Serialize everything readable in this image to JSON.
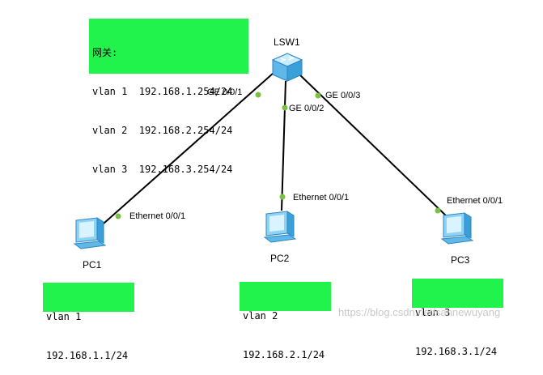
{
  "gateway_note": {
    "title": "网关:",
    "lines": [
      "vlan 1  192.168.1.254/24",
      "vlan 2  192.168.2.254/24",
      "vlan 3  192.168.3.254/24"
    ]
  },
  "switch": {
    "name": "LSW1"
  },
  "ports": {
    "sw_p1": "GE 0/0/1",
    "sw_p2": "GE 0/0/2",
    "sw_p3": "GE 0/0/3",
    "pc1_eth": "Ethernet 0/0/1",
    "pc2_eth": "Ethernet 0/0/1",
    "pc3_eth": "Ethernet 0/0/1"
  },
  "pcs": [
    {
      "name": "PC1",
      "vlan": "vlan 1",
      "ip": "192.168.1.1/24"
    },
    {
      "name": "PC2",
      "vlan": "vlan 2",
      "ip": "192.168.2.1/24"
    },
    {
      "name": "PC3",
      "vlan": "vlan 3",
      "ip": "192.168.3.1/24"
    }
  ],
  "watermark": "https://blog.csdn.net/sannewuyang",
  "colors": {
    "note_bg": "#22f24c",
    "port_dot": "#7ac143",
    "link": "#000000",
    "switch": "#3aa0d8",
    "pc": "#5ab4e6"
  }
}
